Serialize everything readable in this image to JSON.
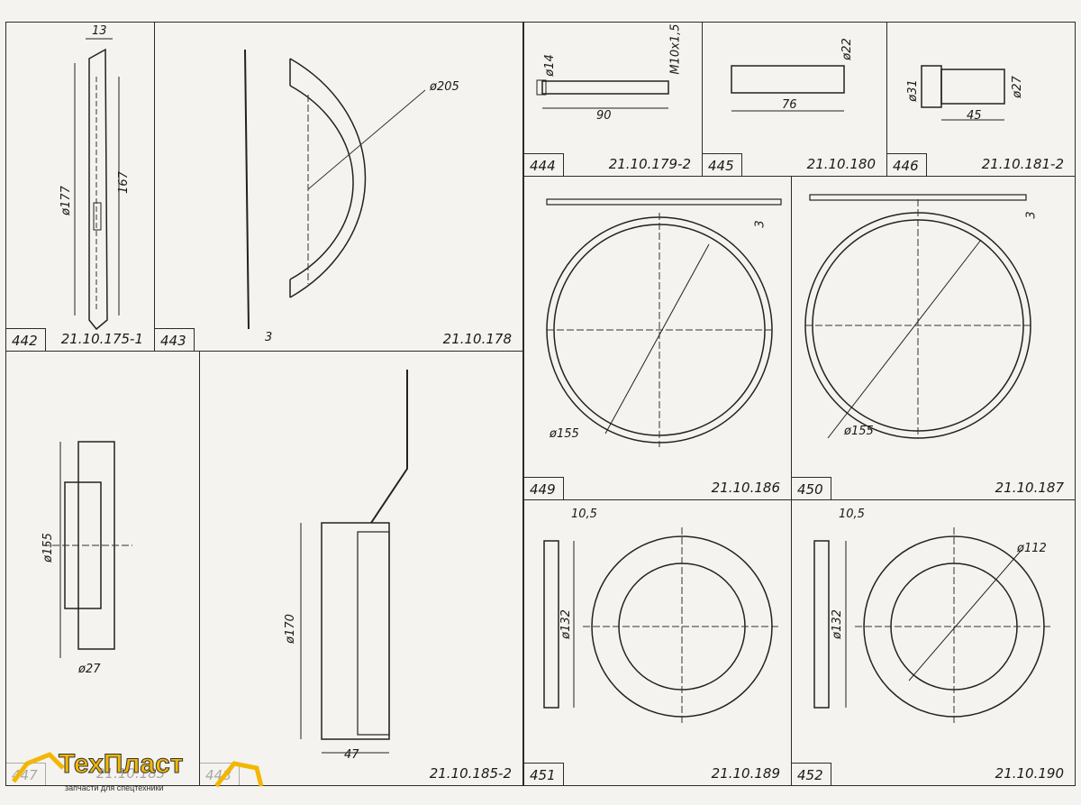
{
  "parts": [
    {
      "num": "442",
      "code": "21.10.175-1",
      "dims": [
        "13",
        "ø177",
        "167"
      ]
    },
    {
      "num": "443",
      "code": "21.10.178",
      "dims": [
        "ø205",
        "3"
      ]
    },
    {
      "num": "444",
      "code": "21.10.179-2",
      "dims": [
        "ø14",
        "M10x1,5",
        "90"
      ]
    },
    {
      "num": "445",
      "code": "21.10.180",
      "dims": [
        "ø22",
        "76"
      ]
    },
    {
      "num": "446",
      "code": "21.10.181-2",
      "dims": [
        "ø31",
        "ø27",
        "45"
      ]
    },
    {
      "num": "447",
      "code": "21.10.183",
      "dims": [
        "ø155",
        "ø27"
      ]
    },
    {
      "num": "448",
      "code": "21.10.185-2",
      "dims": [
        "ø170",
        "47"
      ]
    },
    {
      "num": "449",
      "code": "21.10.186",
      "dims": [
        "3",
        "ø155"
      ]
    },
    {
      "num": "450",
      "code": "21.10.187",
      "dims": [
        "3",
        "ø155"
      ]
    },
    {
      "num": "451",
      "code": "21.10.189",
      "dims": [
        "10,5",
        "ø132"
      ]
    },
    {
      "num": "452",
      "code": "21.10.190",
      "dims": [
        "10,5",
        "ø112",
        "ø132"
      ]
    }
  ],
  "logo": {
    "brand": "ТехПласт",
    "tagline": "запчасти для спецтехники"
  }
}
